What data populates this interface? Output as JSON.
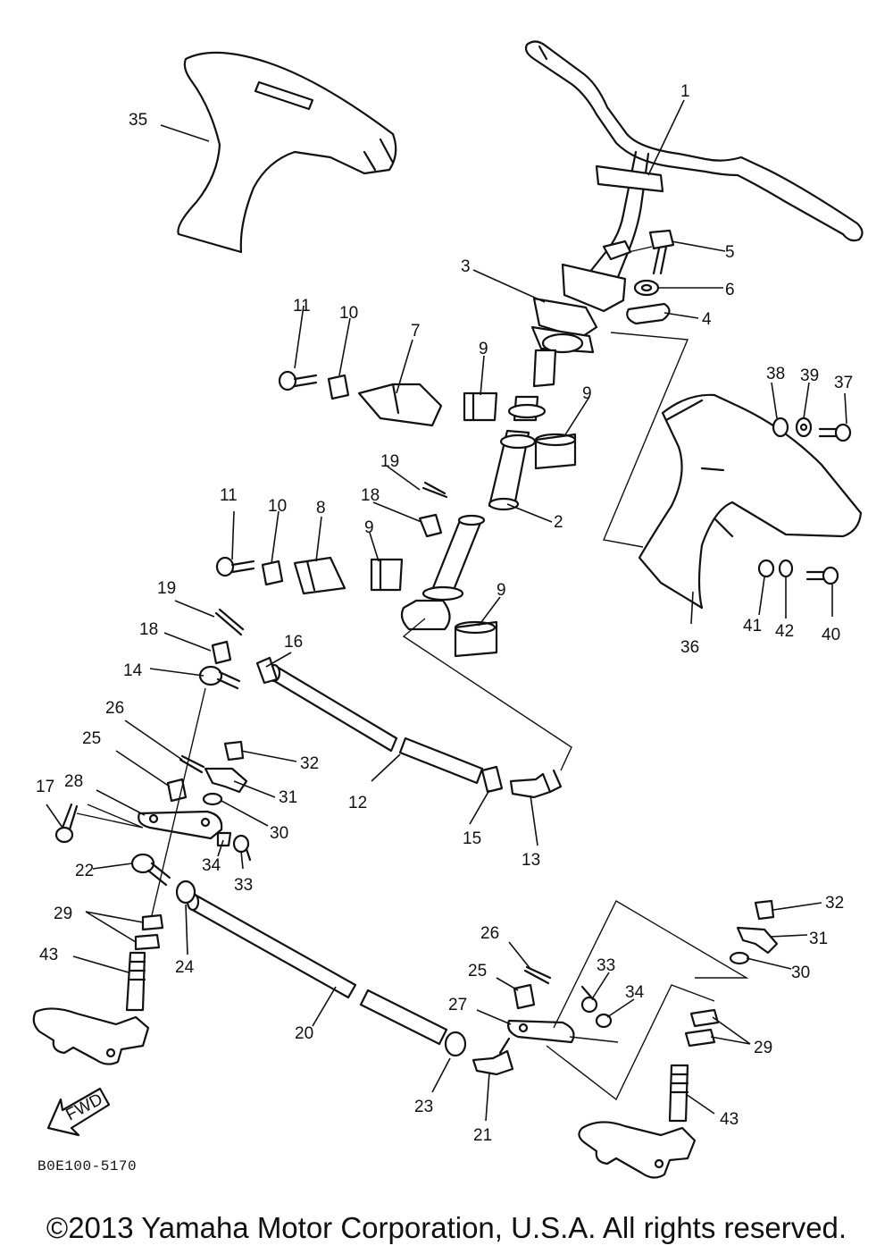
{
  "callouts": [
    "1",
    "2",
    "3",
    "4",
    "5",
    "6",
    "7",
    "8",
    "9",
    "10",
    "11",
    "12",
    "13",
    "14",
    "15",
    "16",
    "17",
    "18",
    "19",
    "20",
    "21",
    "22",
    "23",
    "24",
    "25",
    "26",
    "27",
    "28",
    "29",
    "30",
    "31",
    "32",
    "33",
    "34",
    "35",
    "36",
    "37",
    "38",
    "39",
    "40",
    "41",
    "42",
    "43"
  ],
  "fwd_label": "FWD",
  "drawing_code": "B0E100-5170",
  "copyright": "©2013 Yamaha Motor Corporation, U.S.A. All rights reserved."
}
